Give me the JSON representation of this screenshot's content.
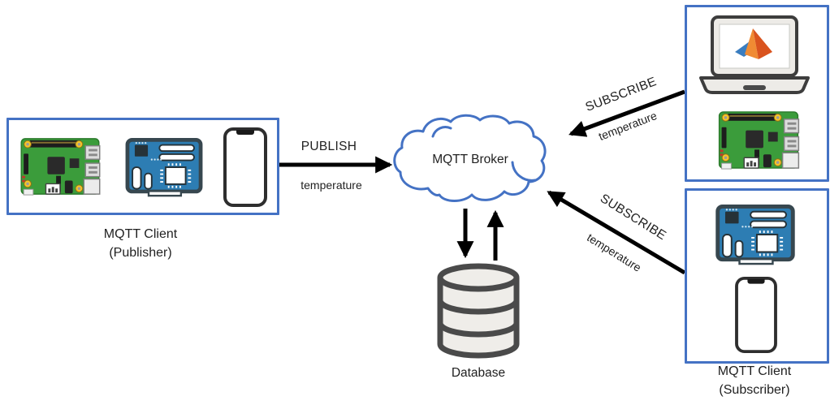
{
  "nodes": {
    "publisher_box": {
      "label_line1": "MQTT Client",
      "label_line2": "(Publisher)",
      "devices": [
        "raspberry-pi",
        "iot-dev-board",
        "smartphone"
      ]
    },
    "broker_cloud": {
      "label": "MQTT Broker"
    },
    "database": {
      "label": "Database"
    },
    "subscriber_top_box": {
      "devices": [
        "laptop-with-matlab-logo",
        "raspberry-pi"
      ]
    },
    "subscriber_bottom_box": {
      "label_line1": "MQTT Client",
      "label_line2": "(Subscriber)",
      "devices": [
        "iot-dev-board",
        "smartphone"
      ]
    }
  },
  "edges": {
    "publish": {
      "action": "PUBLISH",
      "topic": "temperature",
      "from": "publisher",
      "to": "broker",
      "direction": "right"
    },
    "subscribe_top": {
      "action": "SUBSCRIBE",
      "topic": "temperature",
      "from": "subscriber-top",
      "to": "broker",
      "direction": "down-left"
    },
    "subscribe_bottom": {
      "action": "SUBSCRIBE",
      "topic": "temperature",
      "from": "subscriber-bottom",
      "to": "broker",
      "direction": "up-left"
    },
    "broker_db": {
      "description": "bidirectional arrows between broker and database"
    }
  },
  "colors": {
    "box_border": "#4472C4",
    "cloud_stroke": "#4472C4",
    "arrow": "#000000",
    "database_stroke": "#4A4A4A",
    "board_blue": "#2D7DB3",
    "pi_green": "#3B9C3B",
    "matlab_orange": "#D9531E",
    "matlab_blue": "#3A7DBF"
  }
}
